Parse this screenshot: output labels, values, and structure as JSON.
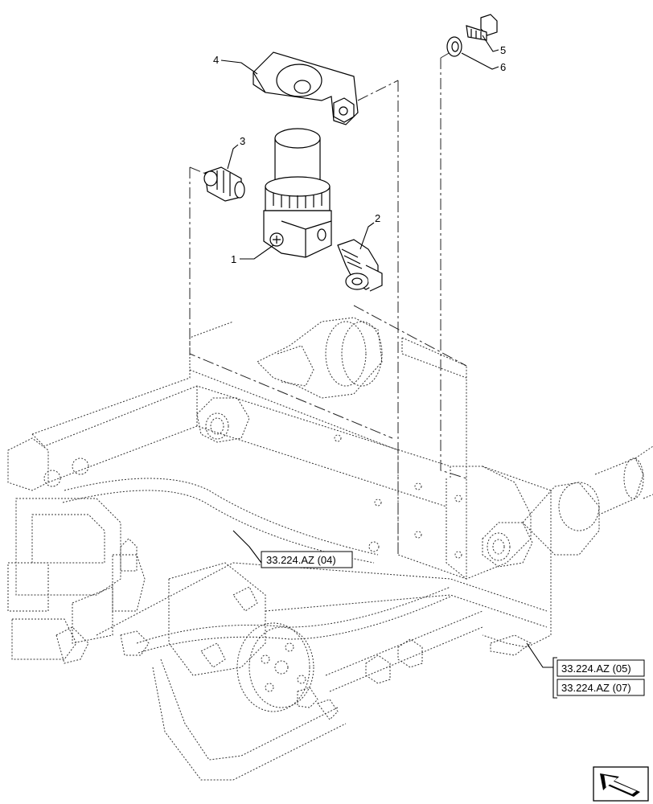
{
  "callouts": [
    {
      "id": "1",
      "text": "1"
    },
    {
      "id": "2",
      "text": "2"
    },
    {
      "id": "3",
      "text": "3"
    },
    {
      "id": "4",
      "text": "4"
    },
    {
      "id": "5",
      "text": "5"
    },
    {
      "id": "6",
      "text": "6"
    }
  ],
  "references": {
    "ref_04": "33.224.AZ (04)",
    "ref_05": "33.224.AZ (05)",
    "ref_07": "33.224.AZ (07)"
  },
  "icons": {
    "nav": "previous-arrow-icon"
  }
}
